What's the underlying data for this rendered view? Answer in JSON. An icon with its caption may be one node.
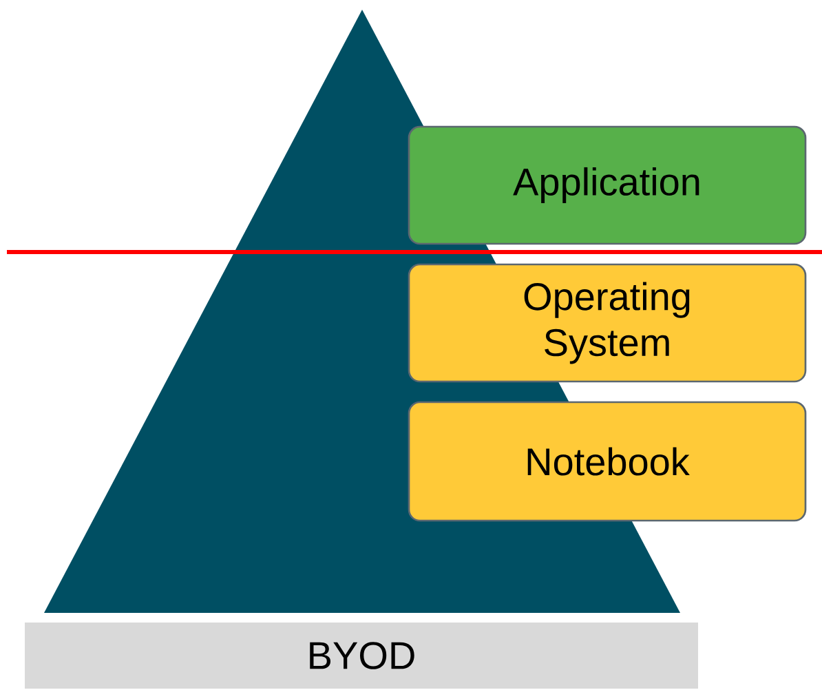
{
  "diagram": {
    "nodes": [
      {
        "text": [],
        "shape": "triangle"
      },
      {
        "text": [
          "Application"
        ]
      },
      {
        "text": [
          "Operating System"
        ]
      },
      {
        "text": [
          "Notebook"
        ]
      },
      {
        "text": [
          "BYOD"
        ]
      }
    ]
  }
}
